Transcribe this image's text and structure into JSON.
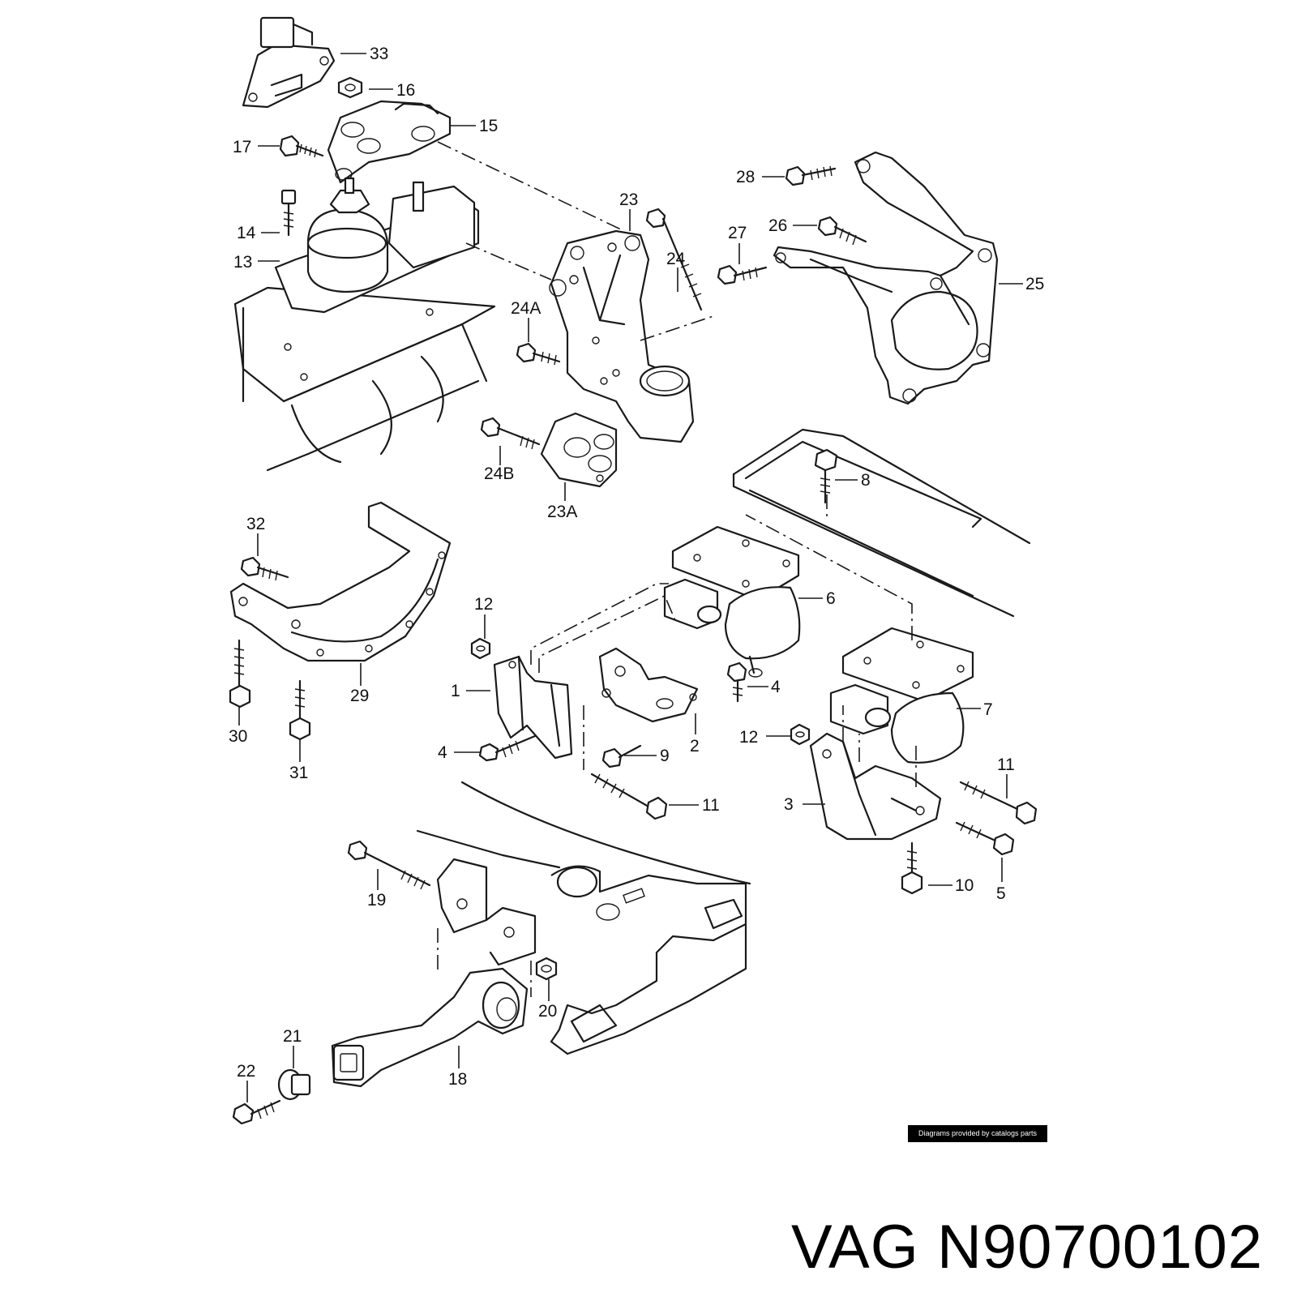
{
  "credit": "Diagrams provided by catalogs parts",
  "part_title": "VAG N90700102",
  "callouts": [
    {
      "label": "33"
    },
    {
      "label": "16"
    },
    {
      "label": "15"
    },
    {
      "label": "17"
    },
    {
      "label": "14"
    },
    {
      "label": "13"
    },
    {
      "label": "23"
    },
    {
      "label": "24"
    },
    {
      "label": "24A"
    },
    {
      "label": "24B"
    },
    {
      "label": "23A"
    },
    {
      "label": "28"
    },
    {
      "label": "26"
    },
    {
      "label": "27"
    },
    {
      "label": "25"
    },
    {
      "label": "8"
    },
    {
      "label": "32"
    },
    {
      "label": "29"
    },
    {
      "label": "30"
    },
    {
      "label": "31"
    },
    {
      "label": "6"
    },
    {
      "label": "12"
    },
    {
      "label": "1"
    },
    {
      "label": "4"
    },
    {
      "label": "4"
    },
    {
      "label": "2"
    },
    {
      "label": "9"
    },
    {
      "label": "11"
    },
    {
      "label": "7"
    },
    {
      "label": "12"
    },
    {
      "label": "11"
    },
    {
      "label": "3"
    },
    {
      "label": "10"
    },
    {
      "label": "5"
    },
    {
      "label": "19"
    },
    {
      "label": "20"
    },
    {
      "label": "21"
    },
    {
      "label": "22"
    },
    {
      "label": "18"
    }
  ]
}
